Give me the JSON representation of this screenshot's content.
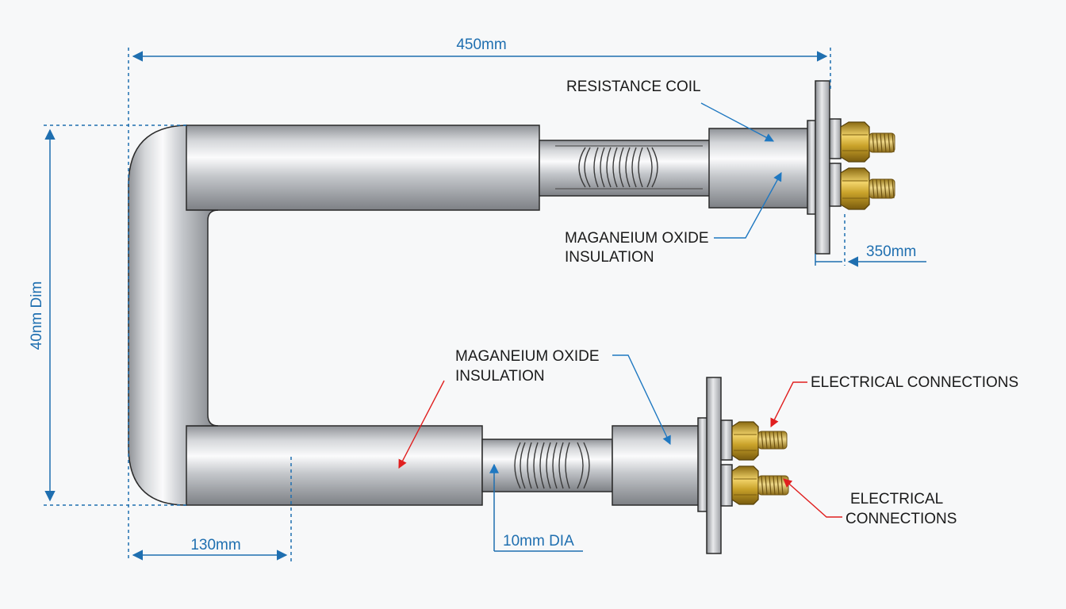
{
  "colors": {
    "dimension": "#1f6fb0",
    "leader_blue": "#1f78c1",
    "leader_red": "#e01f1f",
    "steel": "#b9bcc0",
    "brass": "#c9a22a",
    "background": "#f7f8f9"
  },
  "dimensions": {
    "overall_length": "450mm",
    "height": "40nm Dim",
    "bend_offset": "130mm",
    "tube_diameter": "10mm DIA",
    "flange_thickness": "350mm"
  },
  "labels": {
    "resistance_coil": "RESISTANCE COIL",
    "insulation_top": [
      "MAGANEIUM OXIDE",
      "INSULATION"
    ],
    "insulation_bottom": [
      "MAGANEIUM OXIDE",
      "INSULATION"
    ],
    "electrical_top": "ELECTRICAL CONNECTIONS",
    "electrical_bottom": [
      "ELECTRICAL",
      "CONNECTIONS"
    ]
  }
}
